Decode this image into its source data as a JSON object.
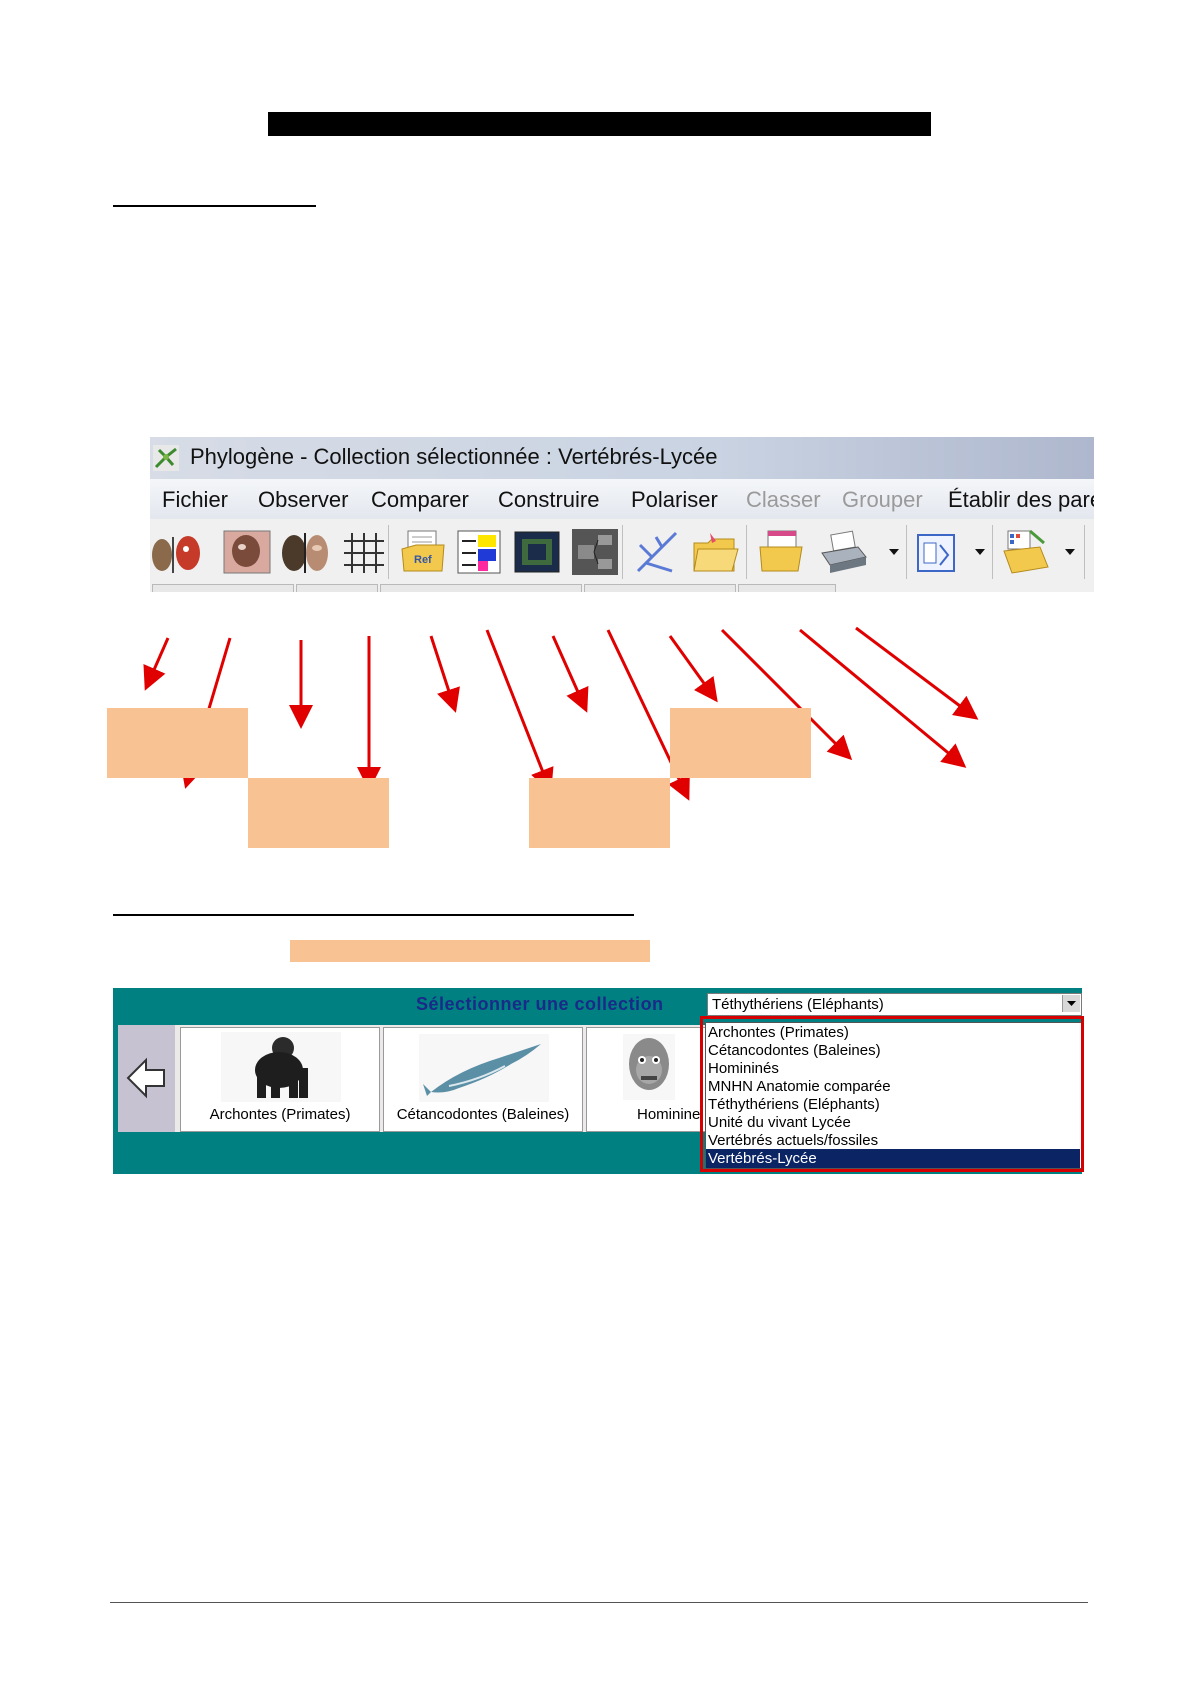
{
  "window": {
    "title": "Phylogène - Collection sélectionnée : Vertébrés-Lycée",
    "menu": [
      {
        "label": "Fichier",
        "enabled": true
      },
      {
        "label": "Observer",
        "enabled": true
      },
      {
        "label": "Comparer",
        "enabled": true
      },
      {
        "label": "Construire",
        "enabled": true
      },
      {
        "label": "Polariser",
        "enabled": true
      },
      {
        "label": "Classer",
        "enabled": false
      },
      {
        "label": "Grouper",
        "enabled": false
      },
      {
        "label": "Établir des pare",
        "enabled": true
      }
    ],
    "toolbar_icons": [
      "observe-icon",
      "compare-photos-icon",
      "compare-faces-icon",
      "matrix-grid-icon",
      "reference-folder-icon",
      "color-matrix-icon",
      "frame-view-icon",
      "tree-diagram-icon",
      "cladogram-icon",
      "open-folder-icon",
      "open-collection-icon",
      "print-icon",
      "copy-icon",
      "export-icon"
    ]
  },
  "collection_panel": {
    "header_label": "Sélectionner une collection",
    "selected_value": "Téthythériens (Eléphants)",
    "cards": [
      {
        "label": "Archontes (Primates)",
        "icon": "gorilla-icon"
      },
      {
        "label": "Cétancodontes (Baleines)",
        "icon": "whale-icon"
      },
      {
        "label": "Hominine",
        "icon": "hominid-icon"
      }
    ],
    "options": [
      "Archontes (Primates)",
      "Cétancodontes (Baleines)",
      "Homininés",
      "MNHN Anatomie comparée",
      "Téthythériens (Eléphants)",
      "Unité du vivant Lycée",
      "Vertébrés actuels/fossiles",
      "Vertébrés-Lycée"
    ],
    "highlighted_option": "Vertébrés-Lycée"
  },
  "colors": {
    "label_box": "#f9c293",
    "arrow": "#e10000",
    "teal": "#008080",
    "selection": "#0b2463"
  }
}
